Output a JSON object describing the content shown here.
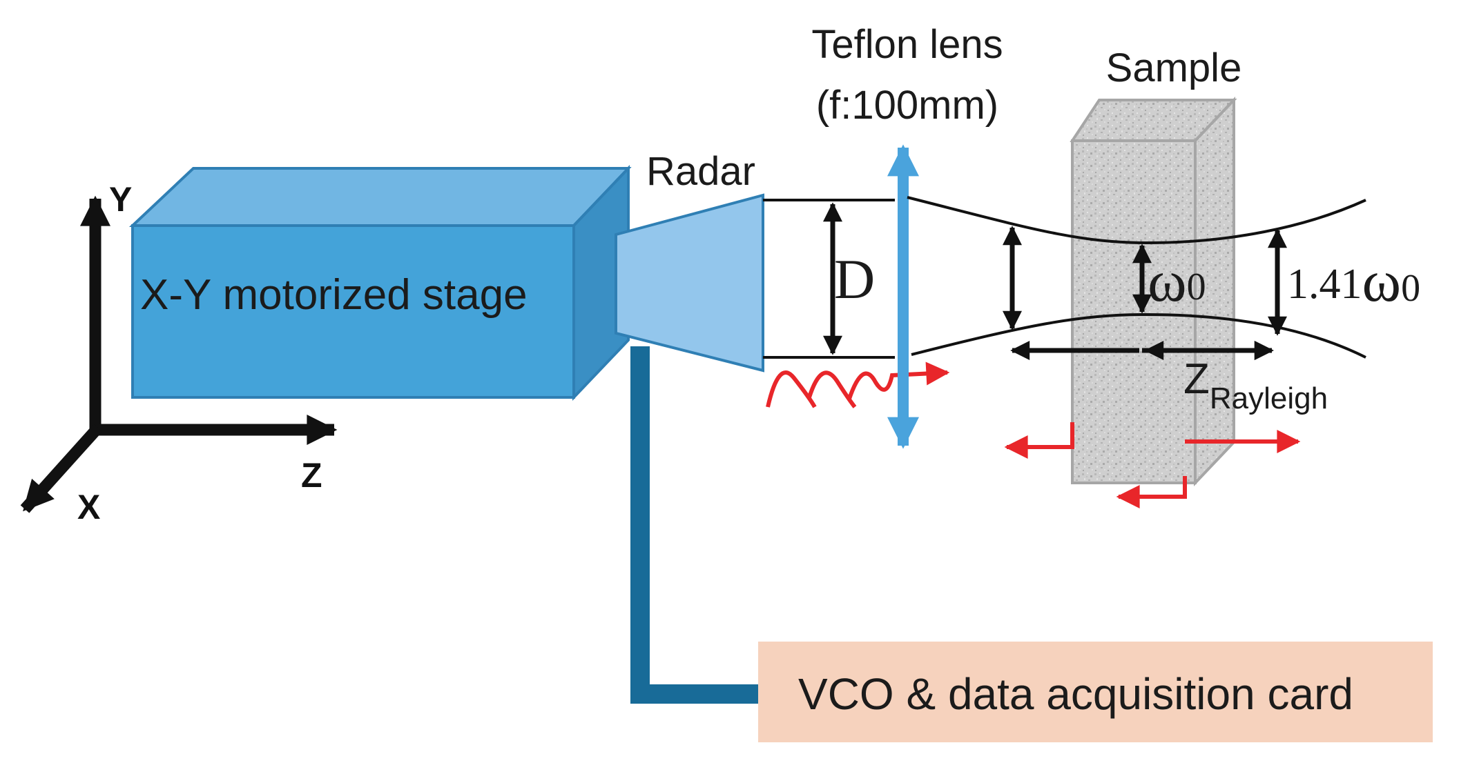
{
  "axes": {
    "x": "X",
    "y": "Y",
    "z": "Z"
  },
  "stage_label": "X-Y motorized stage",
  "radar_label": "Radar",
  "lens_label_line1": "Teflon lens",
  "lens_label_line2": "(f:100mm)",
  "sample_label": "Sample",
  "beam_diameter_label": "D",
  "waist_symbol": "ω",
  "waist_subscript": "0",
  "waist_expanded_prefix": "1.41",
  "rayleigh_main": "Z",
  "rayleigh_subscript": "Rayleigh",
  "daq_label": "VCO & data acquisition card",
  "colors": {
    "stage_front": "#44a3d9",
    "stage_top": "#71b6e3",
    "stage_side": "#3a8fc4",
    "stage_edge": "#2f7fb4",
    "radar_horn": "#93c6ec",
    "lens": "#4aa3dc",
    "cable": "#186b98",
    "daq_box": "#f6d2bd",
    "signal_red": "#e8262a",
    "sample_gray": "#c9c9c9"
  },
  "icons": [
    "axis-arrow-icon",
    "lens-double-arrow-icon",
    "signal-wave-icon",
    "reflection-arrow-icon"
  ]
}
